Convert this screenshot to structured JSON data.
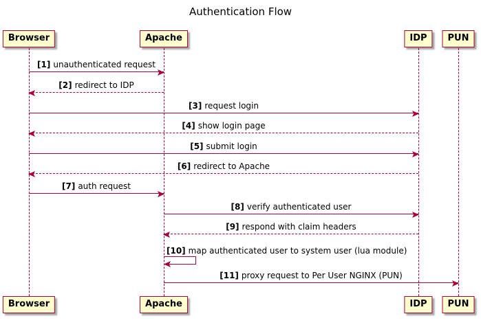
{
  "title": "Authentication Flow",
  "participants": [
    {
      "name": "Browser"
    },
    {
      "name": "Apache"
    },
    {
      "name": "IDP"
    },
    {
      "name": "PUN"
    }
  ],
  "messages": [
    {
      "seq": "[1]",
      "text": "unauthenticated request",
      "from": "Browser",
      "to": "Apache",
      "style": "solid"
    },
    {
      "seq": "[2]",
      "text": "redirect to IDP",
      "from": "Apache",
      "to": "Browser",
      "style": "dashed"
    },
    {
      "seq": "[3]",
      "text": "request login",
      "from": "Browser",
      "to": "IDP",
      "style": "solid"
    },
    {
      "seq": "[4]",
      "text": "show login page",
      "from": "IDP",
      "to": "Browser",
      "style": "dashed"
    },
    {
      "seq": "[5]",
      "text": "submit login",
      "from": "Browser",
      "to": "IDP",
      "style": "solid"
    },
    {
      "seq": "[6]",
      "text": "redirect to Apache",
      "from": "IDP",
      "to": "Browser",
      "style": "dashed"
    },
    {
      "seq": "[7]",
      "text": "auth request",
      "from": "Browser",
      "to": "Apache",
      "style": "solid"
    },
    {
      "seq": "[8]",
      "text": "verify authenticated user",
      "from": "Apache",
      "to": "IDP",
      "style": "solid"
    },
    {
      "seq": "[9]",
      "text": "respond with claim headers",
      "from": "IDP",
      "to": "Apache",
      "style": "dashed"
    },
    {
      "seq": "[10]",
      "text": "map authenticated user to system user (lua module)",
      "from": "Apache",
      "to": "Apache",
      "style": "solid"
    },
    {
      "seq": "[11]",
      "text": "proxy request to Per User NGINX (PUN)",
      "from": "Apache",
      "to": "PUN",
      "style": "solid"
    }
  ],
  "colors": {
    "accent": "#A80036",
    "participant_fill": "#FEFECE",
    "background": "#FFFFFF",
    "text": "#000000"
  }
}
